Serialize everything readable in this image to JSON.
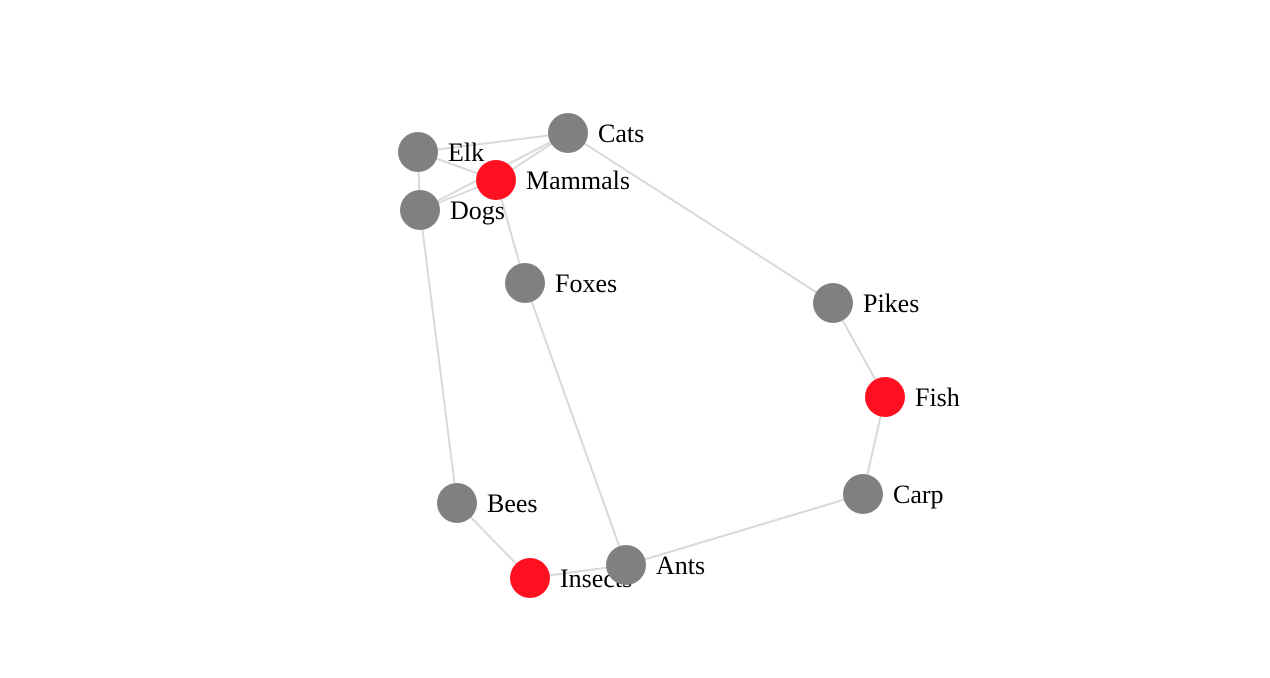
{
  "colors": {
    "category_node": "#ff1020",
    "item_node": "#808080",
    "link": "#d9d9d9",
    "background": "#ffffff"
  },
  "nodes": [
    {
      "id": "elk",
      "label": "Elk",
      "kind": "item"
    },
    {
      "id": "cats",
      "label": "Cats",
      "kind": "item"
    },
    {
      "id": "mammals",
      "label": "Mammals",
      "kind": "category"
    },
    {
      "id": "dogs",
      "label": "Dogs",
      "kind": "item"
    },
    {
      "id": "foxes",
      "label": "Foxes",
      "kind": "item"
    },
    {
      "id": "pikes",
      "label": "Pikes",
      "kind": "item"
    },
    {
      "id": "fish",
      "label": "Fish",
      "kind": "category"
    },
    {
      "id": "carp",
      "label": "Carp",
      "kind": "item"
    },
    {
      "id": "bees",
      "label": "Bees",
      "kind": "item"
    },
    {
      "id": "insects",
      "label": "Insects",
      "kind": "category"
    },
    {
      "id": "ants",
      "label": "Ants",
      "kind": "item"
    }
  ],
  "links": [
    [
      "elk",
      "cats"
    ],
    [
      "elk",
      "mammals"
    ],
    [
      "elk",
      "dogs"
    ],
    [
      "cats",
      "mammals"
    ],
    [
      "cats",
      "dogs"
    ],
    [
      "cats",
      "pikes"
    ],
    [
      "mammals",
      "dogs"
    ],
    [
      "mammals",
      "foxes"
    ],
    [
      "dogs",
      "bees"
    ],
    [
      "foxes",
      "ants"
    ],
    [
      "pikes",
      "fish"
    ],
    [
      "fish",
      "carp"
    ],
    [
      "carp",
      "ants"
    ],
    [
      "bees",
      "insects"
    ],
    [
      "insects",
      "ants"
    ]
  ]
}
